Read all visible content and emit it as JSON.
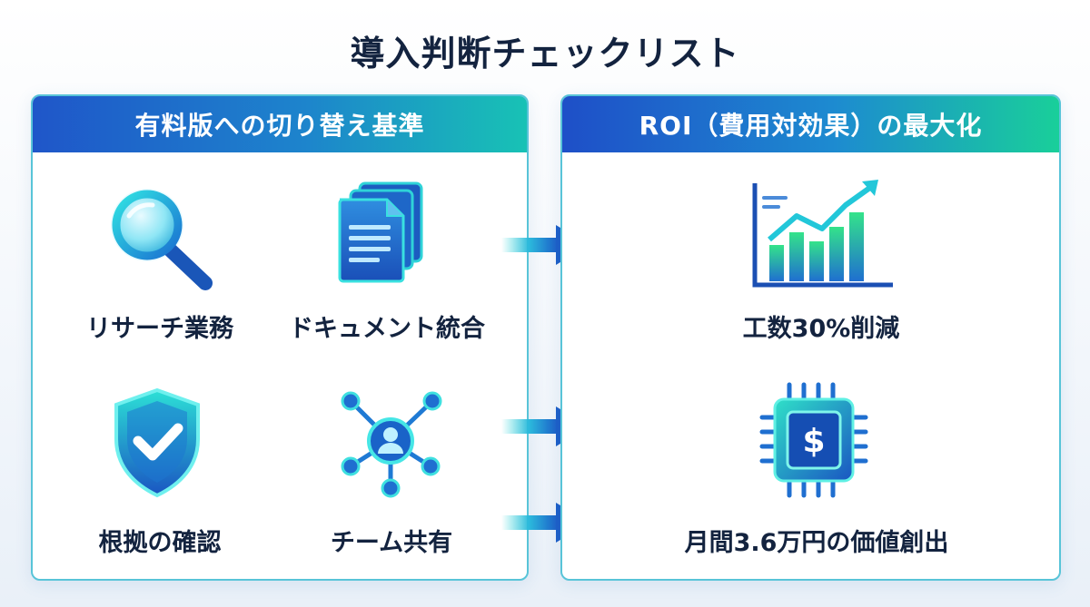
{
  "title": "導入判断チェックリスト",
  "left_panel": {
    "header": "有料版への切り替え基準",
    "items": [
      {
        "label": "リサーチ業務",
        "icon": "magnifier-icon"
      },
      {
        "label": "ドキュメント統合",
        "icon": "documents-icon"
      },
      {
        "label": "根拠の確認",
        "icon": "shield-check-icon"
      },
      {
        "label": "チーム共有",
        "icon": "network-user-icon"
      }
    ]
  },
  "right_panel": {
    "header": "ROI（費用対効果）の最大化",
    "items": [
      {
        "label": "工数30%削減",
        "icon": "growth-chart-icon"
      },
      {
        "label": "月間3.6万円の価値創出",
        "icon": "dollar-chip-icon"
      }
    ]
  },
  "colors": {
    "accent_blue": "#1f56c9",
    "accent_teal": "#18c2b5",
    "text_dark": "#13233f"
  }
}
